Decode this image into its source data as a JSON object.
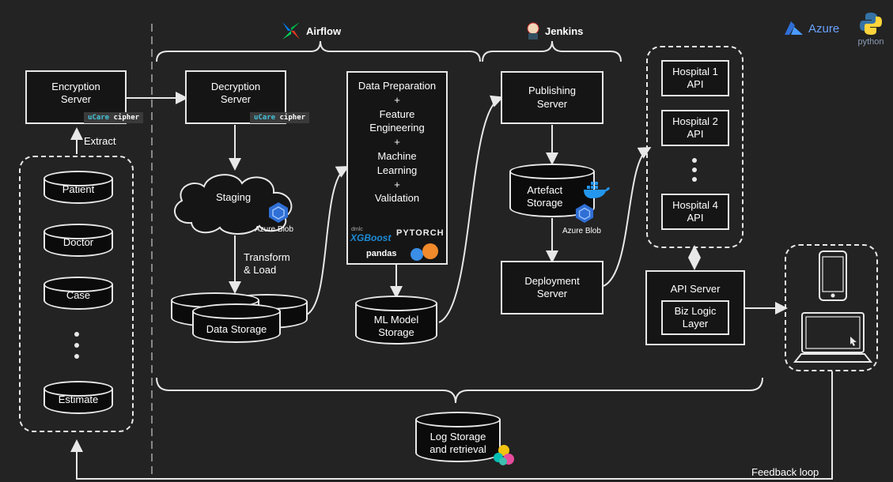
{
  "tools": {
    "airflow": "Airflow",
    "jenkins": "Jenkins",
    "azure": "Azure",
    "python": "python"
  },
  "nodes": {
    "encryption_server": "Encryption\nServer",
    "decryption_server": "Decryption\nServer",
    "cipher_brand": "uCare",
    "cipher_word": "cipher",
    "extract": "Extract",
    "staging": "Staging",
    "azure_blob": "Azure Blob",
    "transform_load": "Transform\n& Load",
    "data_storage": "Data Storage",
    "data_prep": "Data Preparation\n+\nFeature\nEngineering\n+\nMachine\nLearning\n+\nValidation",
    "ml_model_storage": "ML Model\nStorage",
    "publishing_server": "Publishing\nServer",
    "artefact_storage": "Artefact\nStorage",
    "deployment_server": "Deployment\nServer",
    "api_server": "API Server",
    "biz_logic": "Biz Logic\nLayer",
    "log_storage": "Log Storage\nand retrieval",
    "feedback_loop": "Feedback loop"
  },
  "source_tables": [
    "Patient",
    "Doctor",
    "Case",
    "Estimate"
  ],
  "hospital_apis": [
    "Hospital 1\nAPI",
    "Hospital 2\nAPI",
    "Hospital 4\nAPI"
  ],
  "ml_libraries": {
    "xgboost_prefix": "dmlc",
    "xgboost": "XGBoost",
    "pytorch": "PYTORCH",
    "pandas": "pandas"
  },
  "colors": {
    "background": "#232323",
    "line": "#e8e8e8",
    "azure_blue": "#2f6fd6",
    "docker_blue": "#2496ed",
    "ucare_teal": "#44c2d8"
  }
}
